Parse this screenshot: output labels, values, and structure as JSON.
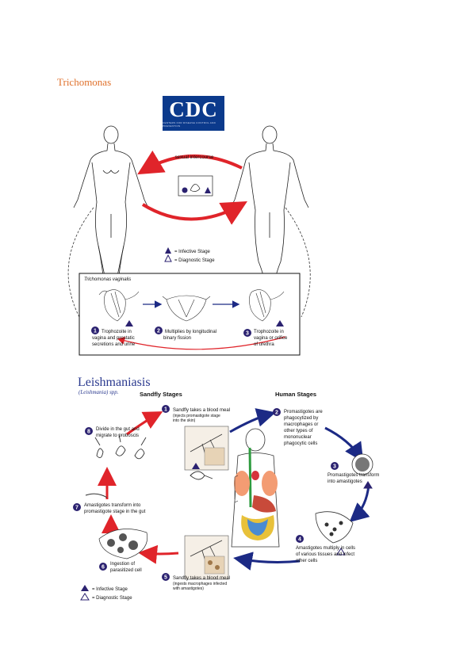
{
  "heading": "Trichomonas",
  "cdc_logo": {
    "text": "CDC",
    "subtext": "CENTERS FOR DISEASE CONTROL AND PREVENTION"
  },
  "trichomonas": {
    "transmission_label": "sexual intercourse",
    "legend": {
      "infective": "= Infective Stage",
      "diagnostic": "= Diagnostic Stage"
    },
    "box_title": "Trichomonas vaginalis",
    "stages": [
      {
        "num": "1",
        "line1": "Trophozoite in",
        "line2": "vagina and prostatic",
        "line3": "secretions and urine"
      },
      {
        "num": "2",
        "line1": "Multiplies by longitudinal",
        "line2": "binary fission",
        "line3": ""
      },
      {
        "num": "3",
        "line1": "Trophozoite in",
        "line2": "vagina or orifice",
        "line3": "of urethra"
      }
    ],
    "colors": {
      "arrow_red": "#e0242a",
      "arrow_blue": "#1c2a85",
      "stage_circle": "#2b2270"
    }
  },
  "leishmaniasis": {
    "title": "Leishmaniasis",
    "subtitle": "(Leishmania) spp.",
    "sandfly_header": "Sandfly Stages",
    "human_header": "Human Stages",
    "stages": [
      {
        "num": "1",
        "line1": "Sandfly takes a blood meal",
        "line2": "(injects promastigote stage",
        "line3": "into the skin)"
      },
      {
        "num": "2",
        "line1": "Promastigotes are",
        "line2": "phagocytized by",
        "line3": "macrophages or",
        "line4": "other types of",
        "line5": "mononuclear",
        "line6": "phagocytic cells"
      },
      {
        "num": "3",
        "line1": "Promastigotes transform",
        "line2": "into amastigotes"
      },
      {
        "num": "4",
        "line1": "Amastigotes multiply in cells",
        "line2": "of various tissues and infect",
        "line3": "other cells"
      },
      {
        "num": "5",
        "line1": "Sandfly takes a blood meal",
        "line2": "(ingests macrophages infected",
        "line3": "with amastigotes)"
      },
      {
        "num": "6",
        "line1": "Ingestion of",
        "line2": "parasitized cell"
      },
      {
        "num": "7",
        "line1": "Amastigotes transform into",
        "line2": "promastigote stage in the gut"
      },
      {
        "num": "8",
        "line1": "Divide in the gut and",
        "line2": "migrate to proboscis"
      }
    ],
    "legend": {
      "infective": "= Infective Stage",
      "diagnostic": "= Diagnostic Stage"
    },
    "colors": {
      "arrow_red": "#e0242a",
      "arrow_blue": "#1c2a85",
      "stage_circle": "#2b2270"
    }
  }
}
